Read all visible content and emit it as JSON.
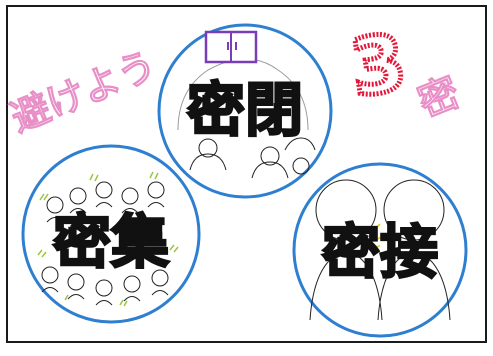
{
  "poster": {
    "heading": "避けよう",
    "number": "3",
    "number_suffix": "密",
    "circles": [
      {
        "label": "密閉"
      },
      {
        "label": "密集"
      },
      {
        "label": "密接"
      }
    ]
  },
  "colors": {
    "background": "#ffffff",
    "frame": "#1a1a1a",
    "circle_outline": "#2f7fd0",
    "heading_pink": "#e98fc8",
    "number_red": "#e3173a",
    "window_purple": "#7a3db8",
    "sparkle_green": "#9bc53d",
    "sparkle_yellow": "#e6d21a",
    "ink": "#111111"
  },
  "icons": [
    "closed-window-icon",
    "crowd-people-icon",
    "close-contact-people-icon",
    "sparkle-icon"
  ]
}
